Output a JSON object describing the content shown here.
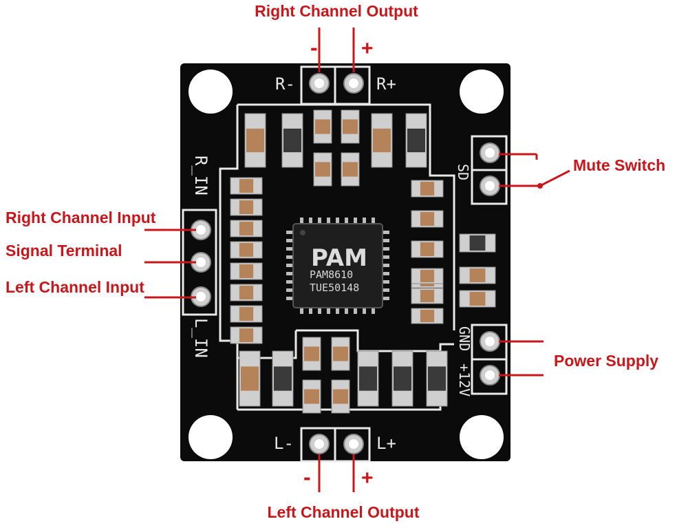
{
  "labels": {
    "right_channel_output": "Right Channel Output",
    "left_channel_output": "Left Channel Output",
    "mute_switch": "Mute Switch",
    "right_channel_input": "Right Channel Input",
    "signal_terminal": "Signal Terminal",
    "left_channel_input": "Left Channel Input",
    "power_supply": "Power Supply"
  },
  "signs": {
    "right_minus": "-",
    "right_plus": "+",
    "left_minus": "-",
    "left_plus": "+"
  },
  "silkscreen": {
    "r_minus": "R-",
    "r_plus": "R+",
    "l_minus": "L-",
    "l_plus": "L+",
    "r_in": "R_IN",
    "l_in": "L_IN",
    "sd": "SD",
    "gnd": "GND",
    "v12": "+12V"
  },
  "chip": {
    "logo": "PAM",
    "line1": "PAM8610",
    "line2": "TUE50148"
  },
  "colors": {
    "label_red": "#c8161b",
    "board": "#0b0b0b",
    "silk": "#e9e9e9"
  }
}
